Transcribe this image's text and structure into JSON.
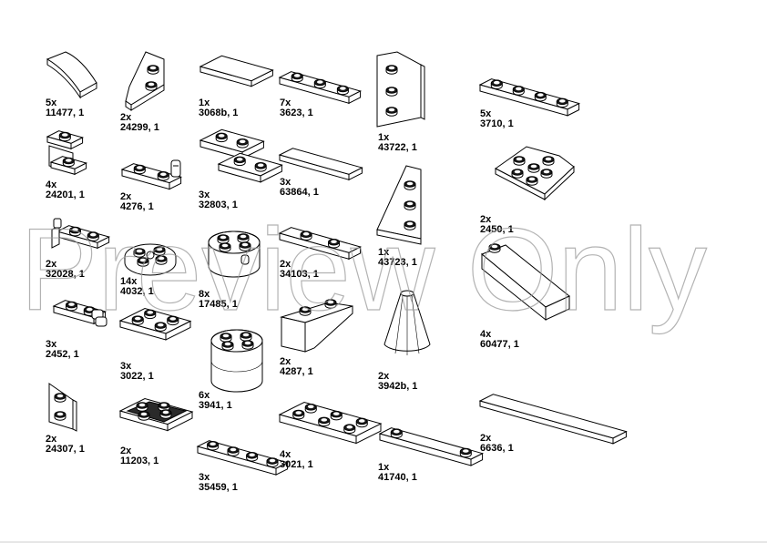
{
  "parts": [
    {
      "qty": "5x",
      "code": "11477, 1",
      "icon": "curved-slope-1x2-icon"
    },
    {
      "qty": "2x",
      "code": "24299, 1",
      "icon": "wedge-plate-2x2-left-icon"
    },
    {
      "qty": "1x",
      "code": "3068b, 1",
      "icon": "tile-2x2-icon"
    },
    {
      "qty": "7x",
      "code": "3623, 1",
      "icon": "plate-1x3-icon"
    },
    {
      "qty": "1x",
      "code": "43722, 1",
      "icon": "wedge-plate-3x2-right-icon"
    },
    {
      "qty": "5x",
      "code": "3710, 1",
      "icon": "plate-1x4-icon"
    },
    {
      "qty": "4x",
      "code": "24201, 1",
      "icon": "bracket-1x2-icon"
    },
    {
      "qty": "2x",
      "code": "4276, 1",
      "icon": "hinge-plate-1x2-icon"
    },
    {
      "qty": "3x",
      "code": "32803, 1",
      "icon": "bracket-plate-2x2-icon"
    },
    {
      "qty": "3x",
      "code": "63864, 1",
      "icon": "tile-1x3-icon"
    },
    {
      "qty": "1x",
      "code": "43723, 1",
      "icon": "wedge-plate-3x2-left-icon"
    },
    {
      "qty": "2x",
      "code": "2450, 1",
      "icon": "corner-plate-3x3-icon"
    },
    {
      "qty": "2x",
      "code": "32028, 1",
      "icon": "door-rail-plate-1x2-icon"
    },
    {
      "qty": "14x",
      "code": "4032, 1",
      "icon": "round-plate-2x2-icon"
    },
    {
      "qty": "8x",
      "code": "17485, 1",
      "icon": "round-brick-2x2-icon"
    },
    {
      "qty": "2x",
      "code": "34103, 1",
      "icon": "plate-1x3-two-studs-icon"
    },
    {
      "qty": "4x",
      "code": "60477, 1",
      "icon": "slope-brick-1x4-icon"
    },
    {
      "qty": "3x",
      "code": "2452, 1",
      "icon": "hinge-plate-1x2-side-icon"
    },
    {
      "qty": "3x",
      "code": "3022, 1",
      "icon": "plate-2x2-icon"
    },
    {
      "qty": "2x",
      "code": "4287, 1",
      "icon": "slope-inverted-1x3-icon"
    },
    {
      "qty": "2x",
      "code": "3942b, 1",
      "icon": "cone-2x2x2-icon"
    },
    {
      "qty": "6x",
      "code": "3941, 1",
      "icon": "round-brick-2x2-tall-icon"
    },
    {
      "qty": "2x",
      "code": "24307, 1",
      "icon": "wedge-plate-2x2-icon"
    },
    {
      "qty": "2x",
      "code": "11203, 1",
      "icon": "inverted-tile-2x2-icon"
    },
    {
      "qty": "3x",
      "code": "35459, 1",
      "icon": "plate-1x4-studs-icon"
    },
    {
      "qty": "4x",
      "code": "3021, 1",
      "icon": "plate-2x3-icon"
    },
    {
      "qty": "1x",
      "code": "41740, 1",
      "icon": "plate-1x4-offset-icon"
    },
    {
      "qty": "2x",
      "code": "6636, 1",
      "icon": "tile-1x6-icon"
    }
  ],
  "watermark": "Preview Only"
}
